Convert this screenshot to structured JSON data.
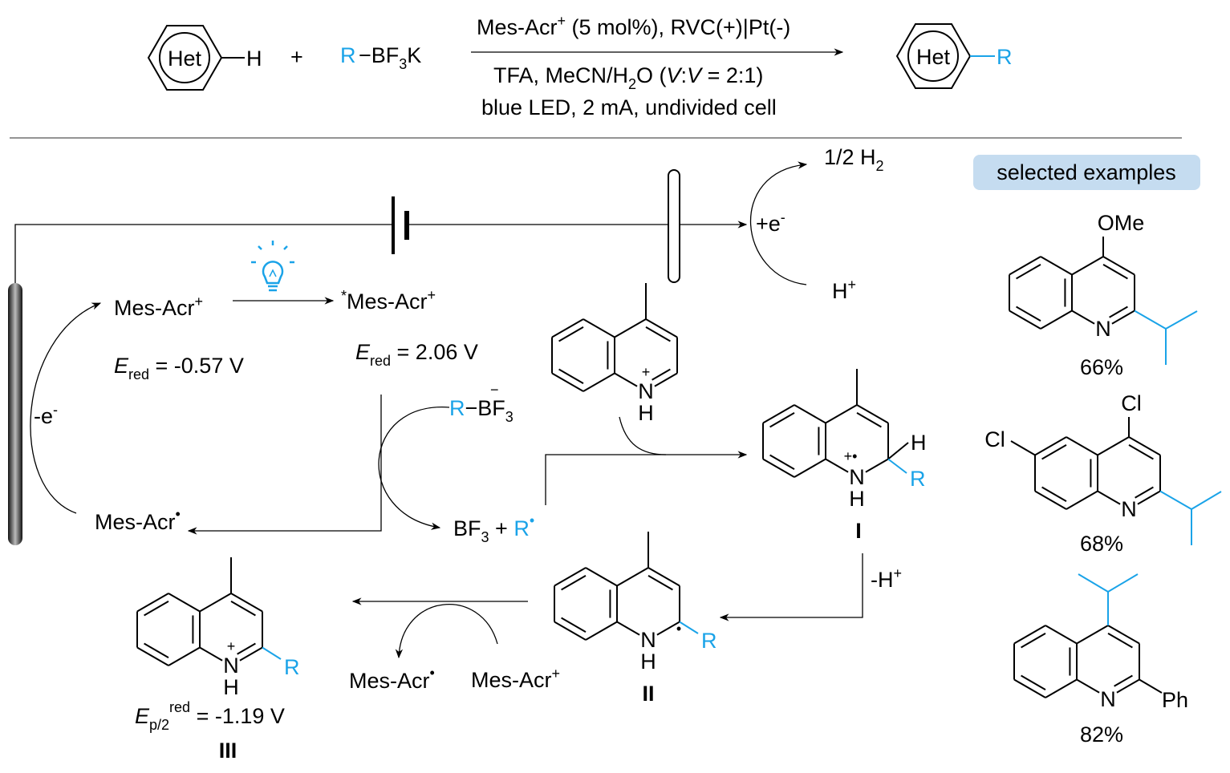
{
  "scheme": {
    "het_label": "Het",
    "h_label": "H",
    "plus": "+",
    "r_label": "R",
    "bf3k_pre": "−BF",
    "bf3k_sub": "3",
    "bf3k_post": "K",
    "cond_top": "Mes-Acr",
    "cond_top_sup": "+",
    "cond_top_rest": " (5 mol%), RVC(+)|Pt(-)",
    "cond_mid_a": "TFA, MeCN/H",
    "cond_mid_sub": "2",
    "cond_mid_b": "O (",
    "cond_mid_v1": "V",
    "cond_mid_colon": ":",
    "cond_mid_v2": "V",
    "cond_mid_c": " = 2:1)",
    "cond_bottom": "blue LED, 2 mA, undivided cell",
    "product_het": "Het",
    "product_r": "R"
  },
  "mechanism": {
    "half_h2": "1/2 H",
    "half_h2_sub": "2",
    "plus_e": "+e",
    "plus_e_sup": "-",
    "h_plus": "H",
    "h_plus_sup": "+",
    "minus_e": "-e",
    "minus_e_sup": "-",
    "mes_acr": "Mes-Acr",
    "mes_acr_sup": "+",
    "excited_star": "*",
    "excited_mes_acr": "Mes-Acr",
    "excited_sup": "+",
    "e_red_label": "E",
    "e_red_sub": "red",
    "e_red_ground": " = -0.57 V",
    "e_red_excited": " = 2.06 V",
    "mes_acr_radical": "Mes-Acr",
    "radical_dot": "•",
    "r_bf3_r": "R",
    "r_bf3_rest": "−BF",
    "r_bf3_sub": "3",
    "r_bf3_minus": "−",
    "bf3_plus": "BF",
    "bf3_sub": "3",
    "bf3_plus_sign": " + ",
    "r_radical": "R",
    "n_label": "N",
    "nh_h": "H",
    "n_plus": "+",
    "n_plus_radical": "+•",
    "sub_h": "H",
    "sub_r": "R",
    "int_I": "I",
    "int_II": "II",
    "int_III": "III",
    "minus_h_plus": "-H",
    "minus_h_plus_sup": "+",
    "ep2_E": "E",
    "ep2_sub": "p/2",
    "ep2_sup": "red",
    "ep2_value": " = -1.19 V",
    "regen_radical": "Mes-Acr",
    "regen_cation": "Mes-Acr",
    "regen_cation_sup": "+"
  },
  "examples": {
    "title": "selected examples",
    "ex1_sub": "OMe",
    "ex1_yield": "66%",
    "ex2_sub4": "Cl",
    "ex2_sub6": "Cl",
    "ex2_yield": "68%",
    "ex3_sub2": "Ph",
    "ex3_yield": "82%",
    "n_label": "N"
  },
  "colors": {
    "accent": "#1aa3e8",
    "badge": "#c5dcf0"
  }
}
